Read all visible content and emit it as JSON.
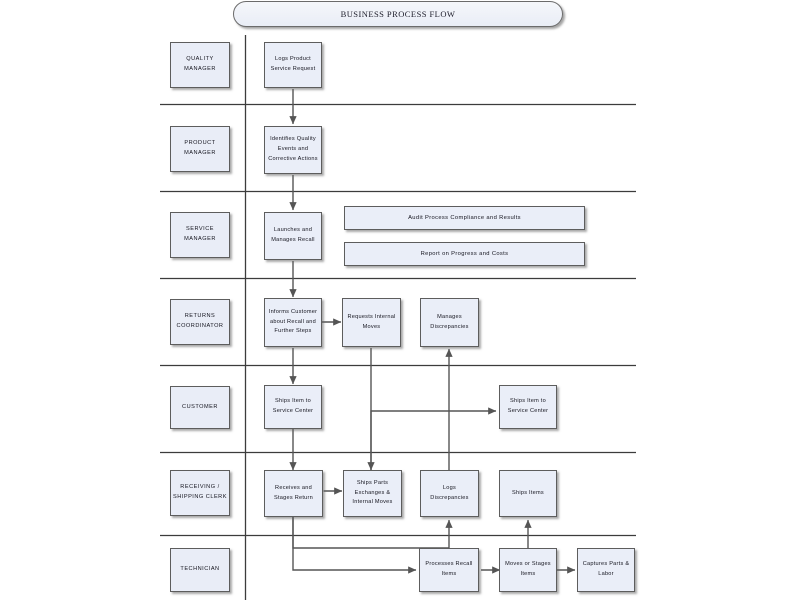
{
  "header": {
    "title": "BUSINESS PROCESS FLOW"
  },
  "diagram": {
    "type": "swimlane-flowchart",
    "lanes": [
      {
        "id": "quality-manager",
        "label": "QUALITY\nMANAGER"
      },
      {
        "id": "product-manager",
        "label": "PRODUCT\nMANAGER"
      },
      {
        "id": "service-manager",
        "label": "SERVICE\nMANAGER"
      },
      {
        "id": "returns-coordinator",
        "label": "RETURNS\nCOORDINATOR"
      },
      {
        "id": "customer",
        "label": "CUSTOMER"
      },
      {
        "id": "receiving-shipping-clerk",
        "label": "RECEIVING /\nSHIPPING CLERK"
      },
      {
        "id": "technician",
        "label": "TECHNICIAN"
      }
    ],
    "nodes": [
      {
        "id": "logs-product-service-request",
        "lane": "quality-manager",
        "label": "Logs Product\nService Request"
      },
      {
        "id": "identifies-quality-events",
        "lane": "product-manager",
        "label": "Identifies Quality\nEvents and\nCorrective Actions"
      },
      {
        "id": "launches-manages-recall",
        "lane": "service-manager",
        "label": "Launches and\nManages Recall"
      },
      {
        "id": "audit-process-compliance",
        "lane": "service-manager",
        "label": "Audit Process Compliance and Results"
      },
      {
        "id": "report-on-progress-costs",
        "lane": "service-manager",
        "label": "Report on Progress and Costs"
      },
      {
        "id": "informs-customer",
        "lane": "returns-coordinator",
        "label": "Informs Customer\nabout Recall and\nFurther Steps"
      },
      {
        "id": "requests-internal-moves",
        "lane": "returns-coordinator",
        "label": "Requests Internal\nMoves"
      },
      {
        "id": "manages-discrepancies",
        "lane": "returns-coordinator",
        "label": "Manages\nDiscrepancies"
      },
      {
        "id": "ships-item-to-service-center-1",
        "lane": "customer",
        "label": "Ships Item to\nService Center"
      },
      {
        "id": "ships-item-to-service-center-2",
        "lane": "customer",
        "label": "Ships Item to\nService Center"
      },
      {
        "id": "receives-stages-return",
        "lane": "receiving-shipping-clerk",
        "label": "Receives and\nStages Return"
      },
      {
        "id": "ships-parts-exchanges",
        "lane": "receiving-shipping-clerk",
        "label": "Ships Parts\nExchanges &\nInternal Moves"
      },
      {
        "id": "logs-discrepancies",
        "lane": "receiving-shipping-clerk",
        "label": "Logs\nDiscrepancies"
      },
      {
        "id": "ships-items",
        "lane": "receiving-shipping-clerk",
        "label": "Ships Items"
      },
      {
        "id": "processes-recall-items",
        "lane": "technician",
        "label": "Processes Recall\nItems"
      },
      {
        "id": "moves-or-stages-items",
        "lane": "technician",
        "label": "Moves or Stages\nItems"
      },
      {
        "id": "captures-parts-labor",
        "lane": "technician",
        "label": "Captures Parts &\nLabor"
      }
    ],
    "colors": {
      "box_fill": "#eaeef8",
      "box_border": "#5d5d5d",
      "connector": "#555555",
      "lane_divider": "#3c3c3c",
      "background": "#ffffff"
    }
  }
}
